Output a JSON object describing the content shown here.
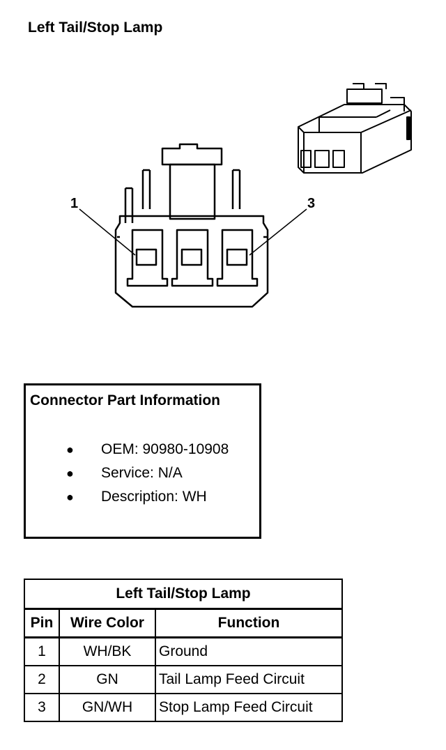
{
  "title": "Left Tail/Stop Lamp",
  "pin_labels": {
    "first": "1",
    "last": "3"
  },
  "info": {
    "heading": "Connector Part Information",
    "items": [
      "OEM: 90980-10908",
      "Service: N/A",
      "Description: WH"
    ]
  },
  "table": {
    "caption": "Left Tail/Stop Lamp",
    "headers": {
      "pin": "Pin",
      "wire_color": "Wire Color",
      "function": "Function"
    },
    "rows": [
      {
        "pin": "1",
        "wire_color": "WH/BK",
        "function": "Ground"
      },
      {
        "pin": "2",
        "wire_color": "GN",
        "function": "Tail Lamp Feed Circuit"
      },
      {
        "pin": "3",
        "wire_color": "GN/WH",
        "function": "Stop Lamp Feed Circuit"
      }
    ]
  }
}
